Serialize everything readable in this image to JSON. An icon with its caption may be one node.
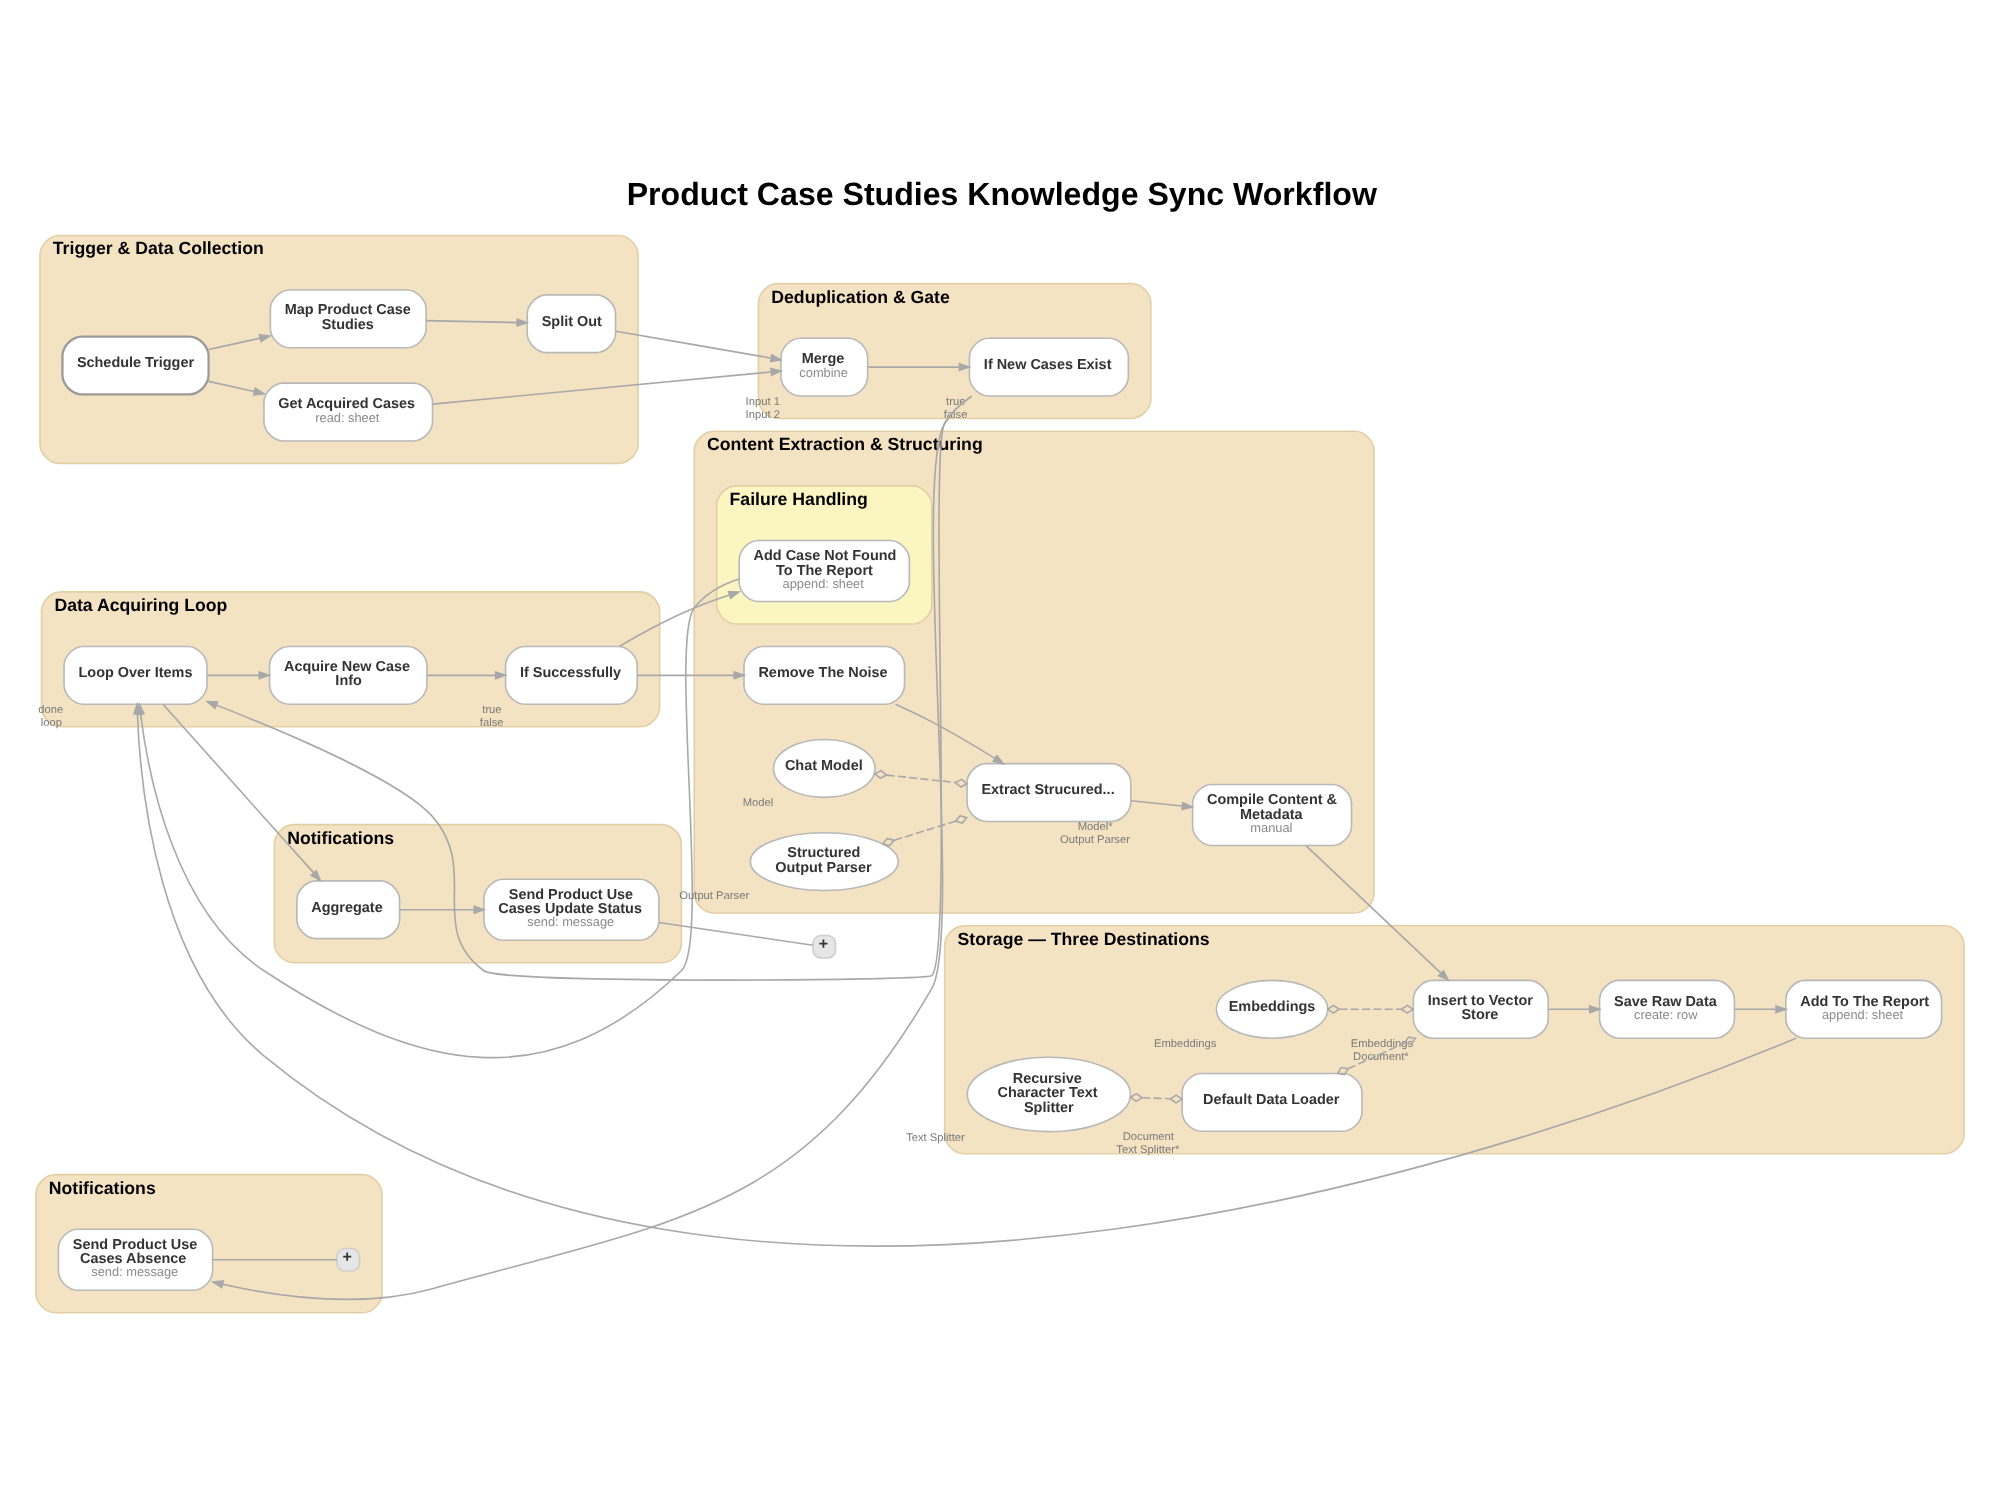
{
  "diagram": {
    "title": "Product Case Studies Knowledge Sync Workflow",
    "nodes": [
      {
        "text": [
          "Trigger & Data Collection"
        ]
      },
      {
        "text": [
          "Schedule Trigger"
        ],
        "in": 0
      },
      {
        "text": [
          "Map Product Case Studies"
        ],
        "in": 0
      },
      {
        "text": [
          "Split Out"
        ],
        "in": 0
      },
      {
        "text": [
          "Get Acquired Cases",
          "read: sheet"
        ],
        "in": 0
      },
      {
        "text": [
          "Deduplication & Gate"
        ]
      },
      {
        "text": [
          "Merge",
          "combine"
        ],
        "in": 5,
        "beside": [
          "Input 1",
          "Input 2"
        ]
      },
      {
        "text": [
          "If New Cases Exist"
        ],
        "in": 5,
        "beside": [
          "true",
          "false"
        ]
      },
      {
        "text": [
          "Notifications"
        ]
      },
      {
        "text": [
          "Aggregate"
        ],
        "in": 8
      },
      {
        "text": [
          "Send Product Use Cases Update Status",
          "send: message"
        ],
        "in": 8
      },
      {
        "text": [
          "+"
        ]
      },
      {
        "text": [
          "Data Acquiring Loop"
        ]
      },
      {
        "text": [
          "Loop Over Items"
        ],
        "in": 12,
        "beside": [
          "done",
          "loop"
        ]
      },
      {
        "text": [
          "Acquire New Case Info"
        ],
        "in": 12
      },
      {
        "text": [
          "If Successfully"
        ],
        "in": 12,
        "beside": [
          "true",
          "false"
        ]
      },
      {
        "text": [
          "Notifications"
        ]
      },
      {
        "text": [
          "Send Product Use Cases Absence",
          "send: message"
        ],
        "in": 16
      },
      {
        "text": [
          "+"
        ],
        "in": 16
      },
      {
        "text": [
          "Content Extraction & Structuring"
        ]
      },
      {
        "text": [
          "Remove The Noise"
        ],
        "in": 19
      },
      {
        "text": [
          "Extract Strucured..."
        ],
        "in": 19,
        "beside": [
          "Model*",
          "Output Parser"
        ]
      },
      {
        "text": [
          "Compile Content & Metadata",
          "manual"
        ],
        "in": 19
      },
      {
        "text": [
          "Failure Handling"
        ],
        "in": 19
      },
      {
        "text": [
          "Add Case Not Found To The Report",
          "append: sheet"
        ],
        "in": 23
      },
      {
        "text": [
          "Chat Model"
        ],
        "in": 19,
        "beside": [
          "Model"
        ]
      },
      {
        "text": [
          "Structured Output Parser"
        ],
        "in": 19,
        "beside": [
          "Output Parser"
        ]
      },
      {
        "text": [
          "Storage — Three Destinations"
        ]
      },
      {
        "text": [
          "Insert to Vector Store"
        ],
        "in": 27,
        "beside": [
          "Embeddings",
          "Document*"
        ]
      },
      {
        "text": [
          "Save Raw Data",
          "create: row"
        ],
        "in": 27
      },
      {
        "text": [
          "Add To The Report",
          "append: sheet"
        ],
        "in": 27
      },
      {
        "text": [
          "Default Data Loader"
        ],
        "in": 27,
        "beside": [
          "Document",
          "Text Splitter*"
        ]
      },
      {
        "text": [
          "Embeddings"
        ],
        "in": 27,
        "beside": [
          "Embeddings"
        ]
      },
      {
        "text": [
          "Recursive Character Text Splitter"
        ],
        "in": 27,
        "beside": [
          "Text Splitter"
        ]
      }
    ],
    "edges": [
      {
        "from": 1,
        "to": 2,
        "arrow": "to"
      },
      {
        "from": 1,
        "to": 4,
        "arrow": "to"
      },
      {
        "from": 2,
        "to": 3,
        "arrow": "to"
      },
      {
        "from": 3,
        "to": 6,
        "arrow": "to"
      },
      {
        "from": 4,
        "to": 6,
        "arrow": "to"
      },
      {
        "from": 6,
        "to": 7,
        "arrow": "to"
      },
      {
        "from": 7,
        "to": 13,
        "arrow": "to"
      },
      {
        "from": 7,
        "to": 17,
        "arrow": "to"
      },
      {
        "from": 13,
        "to": 9,
        "arrow": "to"
      },
      {
        "from": 13,
        "to": 14,
        "arrow": "to"
      },
      {
        "from": 9,
        "to": 10,
        "arrow": "to"
      },
      {
        "from": 10,
        "to": 11,
        "arrow": "none"
      },
      {
        "from": 14,
        "to": 15,
        "arrow": "to"
      },
      {
        "from": 15,
        "to": 20,
        "arrow": "to"
      },
      {
        "from": 15,
        "to": 24,
        "arrow": "to"
      },
      {
        "from": 20,
        "to": 21,
        "arrow": "to"
      },
      {
        "from": 21,
        "to": 22,
        "arrow": "to"
      },
      {
        "from": 22,
        "to": 28,
        "arrow": "to"
      },
      {
        "from": 28,
        "to": 29,
        "arrow": "to"
      },
      {
        "from": 29,
        "to": 30,
        "arrow": "to"
      },
      {
        "from": 30,
        "to": 13,
        "arrow": "to"
      },
      {
        "from": 24,
        "to": 13,
        "arrow": "to"
      },
      {
        "from": 17,
        "to": 18,
        "arrow": "none"
      },
      {
        "from": 25,
        "to": 21,
        "arrow": "other",
        "style": "dashed"
      },
      {
        "from": 26,
        "to": 21,
        "arrow": "other",
        "style": "dashed"
      },
      {
        "from": 32,
        "to": 28,
        "arrow": "other",
        "style": "dashed"
      },
      {
        "from": 31,
        "to": 28,
        "arrow": "other",
        "style": "dashed"
      },
      {
        "from": 33,
        "to": 31,
        "arrow": "other",
        "style": "dashed"
      }
    ]
  }
}
